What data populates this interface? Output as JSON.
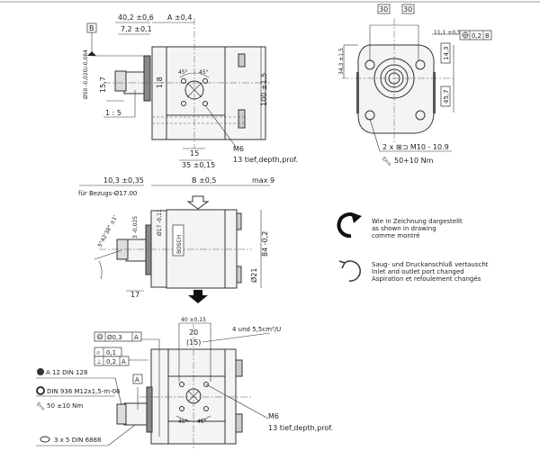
{
  "top_view": {
    "datum_b": "B",
    "dim_40_2": "40,2 ±0,6",
    "dim_7_2": "7,2 ±0,1",
    "dim_a": "A ±0,4",
    "dim_dia50": "Ø50 -0,020/-0,064",
    "dim_15_7": "15,7",
    "dim_1_8": "1,8",
    "dim_100": "100 ±1,5",
    "taper": "1 : 5",
    "angle_left": "45°",
    "angle_right": "45°",
    "dim_15": "15",
    "dim_35": "35 ±0,15",
    "thread": "M6",
    "depth": "13 tief,depth,prof."
  },
  "flange_view": {
    "dim_30_left": "30",
    "dim_30_right": "30",
    "dim_11_1": "11,1 ±0,5",
    "position_tol": "0,2",
    "position_datum": "B",
    "dim_34_3": "34,3 ±1,5",
    "dim_14_3": "14,3",
    "dim_45_7": "45,7",
    "bolt": "2 x ⊞⊐ M10 - 10.9",
    "torque": "50+10 Nm"
  },
  "side_view": {
    "dim_10_3": "10,3 ±0,35",
    "reference": "für Bezugs-Ø17.00",
    "dim_b": "B ±0,5",
    "dim_max9": "max 9",
    "taper_angle": "5°42'38\" ±1'",
    "dim_3": "3 -0,025",
    "dim_dia17": "Ø17 -0,11",
    "brand": "BOSCH",
    "dim_84": "84 -0,2",
    "dim_dia21": "Ø21",
    "dim_17": "17"
  },
  "legend": {
    "cw_lines": [
      "Wie in Zeichnung dargestellt",
      "as shown in drawing",
      "comme montré"
    ],
    "ccw_lines": [
      "Saug- und Druckanschluß vertauscht",
      "Inlet and outlet port changed",
      "Aspiration et refoulement changés"
    ]
  },
  "bottom_view": {
    "dim_40": "40 ±0,15",
    "dim_20": "20",
    "dim_15": "(15)",
    "displacement": "4 und 5,5cm³/U",
    "concentricity": "Ø0,3",
    "concentricity_datum": "A",
    "cylindricity": "0,1",
    "perpendicularity": "0,2",
    "perpendicularity_datum": "A",
    "washer": "A 12 DIN 128",
    "nut": "DIN 936 M12x1,5-m-06",
    "nut_torque": "50 ±10 Nm",
    "datum_a": "A",
    "key": "3 x 5  DIN 6888",
    "angle_left": "45°",
    "angle_right": "45°",
    "thread": "M6",
    "depth": "13 tief,depth,prof."
  }
}
